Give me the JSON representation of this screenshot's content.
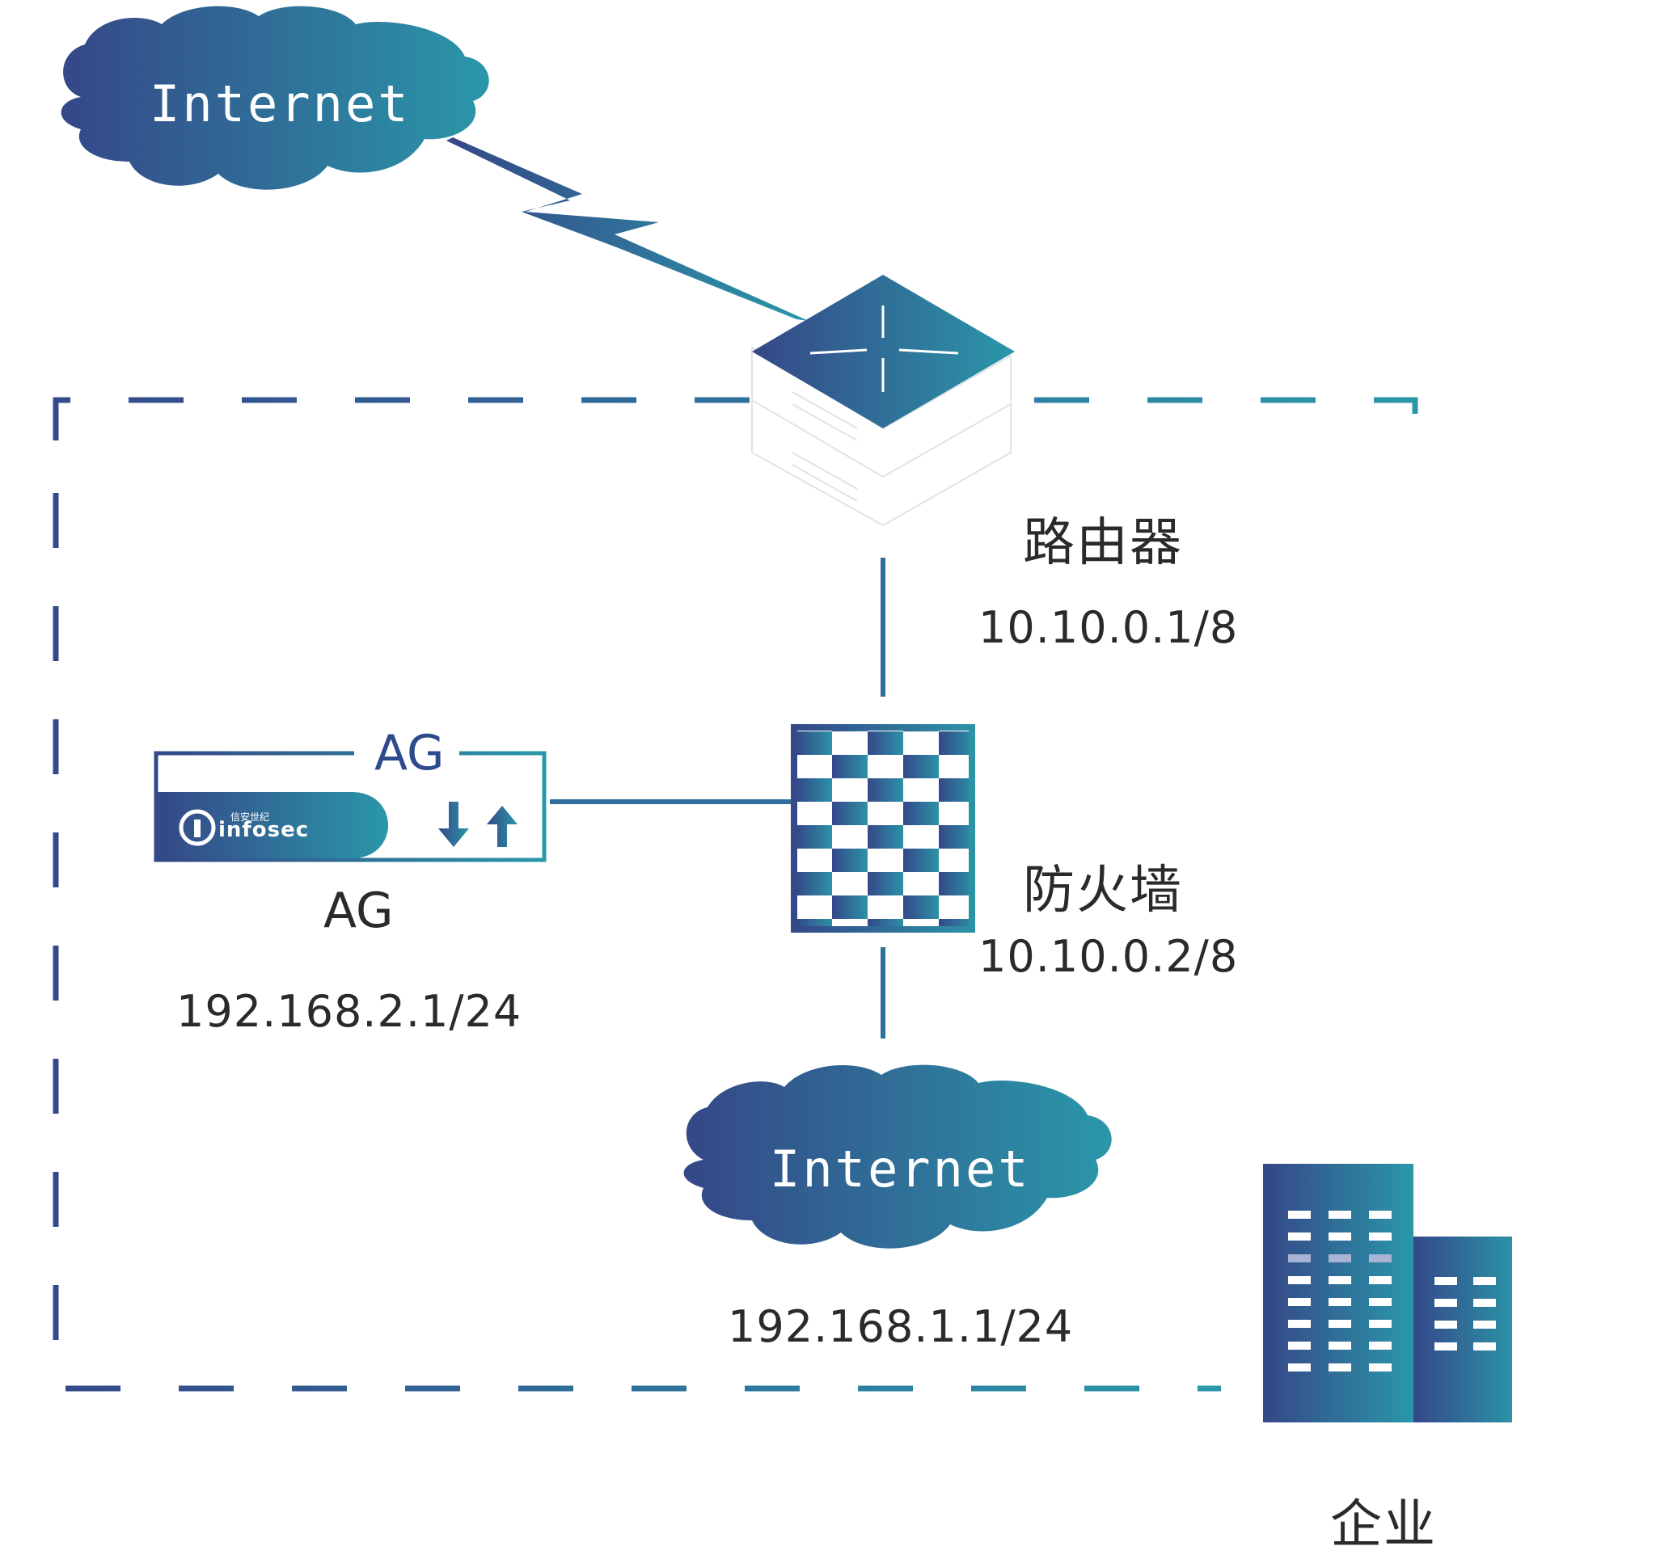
{
  "clouds": {
    "top": {
      "label": "Internet"
    },
    "bottom": {
      "label": "Internet"
    }
  },
  "router": {
    "name": "路由器",
    "ip": "10.10.0.1/8"
  },
  "firewall": {
    "name": "防火墙",
    "ip": "10.10.0.2/8"
  },
  "ag": {
    "device_title": "AG",
    "name": "AG",
    "ip": "192.168.2.1/24",
    "brand": "infosec",
    "brand_cn": "信安世纪"
  },
  "lan": {
    "ip": "192.168.1.1/24"
  },
  "enterprise": {
    "name": "企业"
  },
  "colors": {
    "gradient_start": "#354787",
    "gradient_end": "#2a97a9",
    "text": "#2a2a2a"
  },
  "icons": [
    "cloud-icon",
    "router-icon",
    "firewall-icon",
    "ag-device-icon",
    "building-icon",
    "lightning-link-icon"
  ]
}
